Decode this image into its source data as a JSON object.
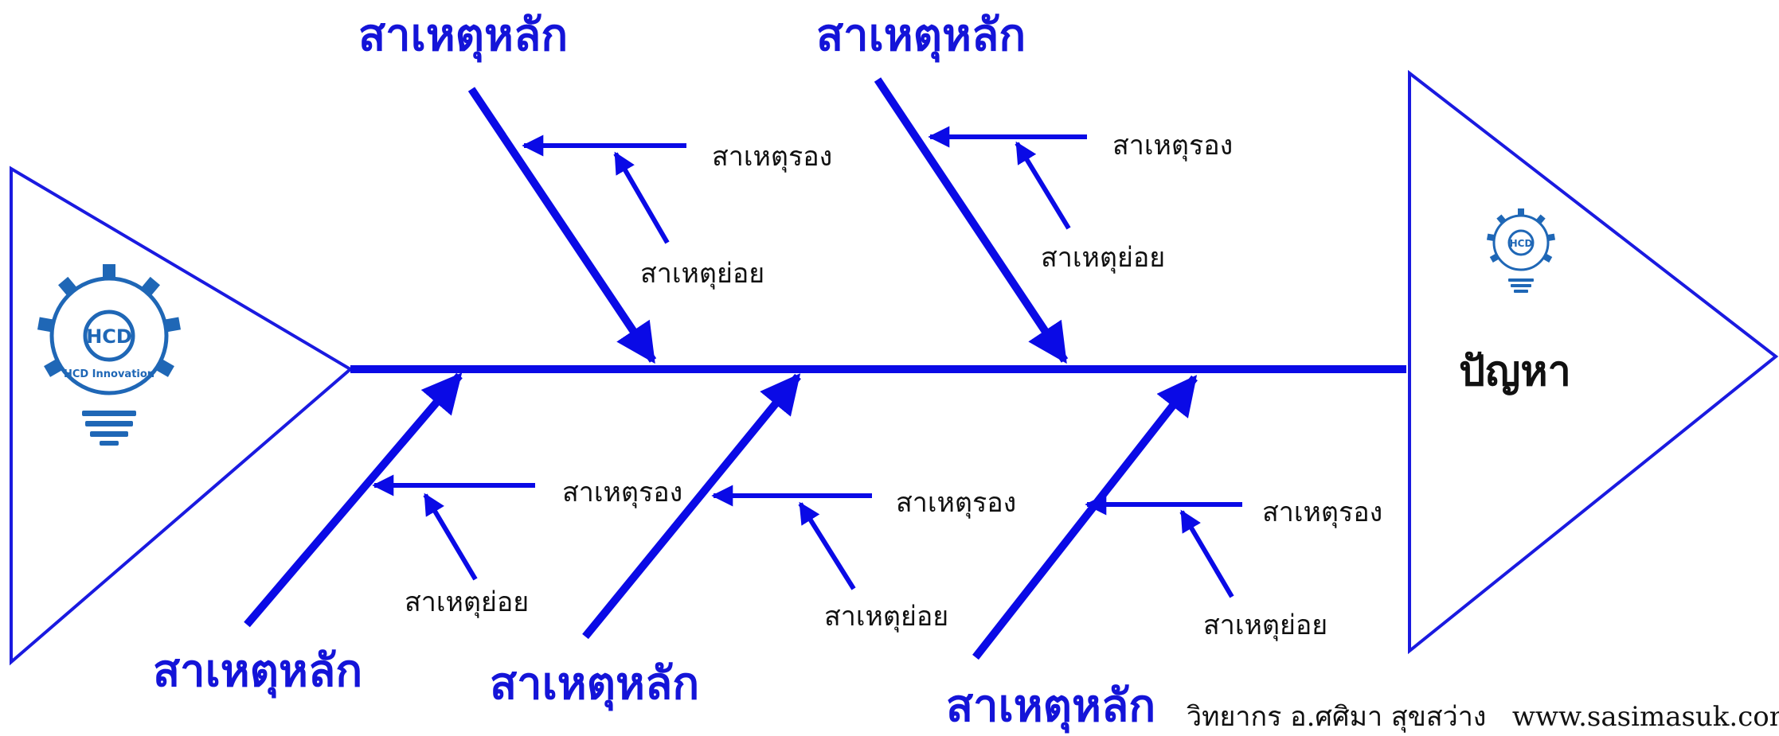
{
  "colors": {
    "bone": "#0a0ae6",
    "outline": "#1a1ae0",
    "text": "#111111",
    "heading": "#1414d8",
    "logo": "#1f67b6"
  },
  "problem": {
    "label": "ปัญหา"
  },
  "logo": {
    "center_text": "HCD",
    "ring_text": "HCD Innovation"
  },
  "labels": {
    "main_cause": "สาเหตุหลัก",
    "sub_cause": "สาเหตุรอง",
    "minor_cause": "สาเหตุย่อย"
  },
  "bones": [
    {
      "id": "top-1",
      "side": "top"
    },
    {
      "id": "top-2",
      "side": "top"
    },
    {
      "id": "bottom-1",
      "side": "bottom"
    },
    {
      "id": "bottom-2",
      "side": "bottom"
    },
    {
      "id": "bottom-3",
      "side": "bottom"
    }
  ],
  "credit": "วิทยากร อ.ศศิมา สุขสว่าง   www.sasimasuk.com"
}
